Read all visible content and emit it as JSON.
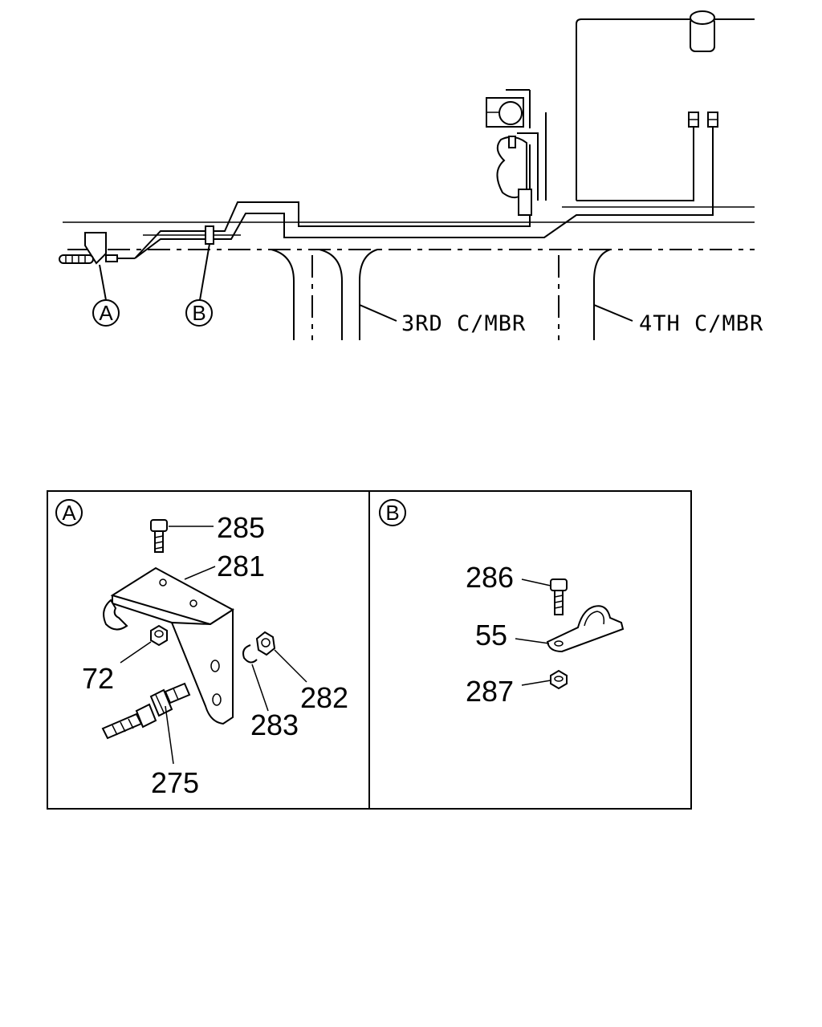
{
  "overview": {
    "callout_a": "A",
    "callout_b": "B",
    "member_3rd": "3RD C/MBR",
    "member_4th": "4TH C/MBR"
  },
  "detail_a": {
    "label": "A",
    "parts": [
      "285",
      "281",
      "72",
      "283",
      "282",
      "275"
    ]
  },
  "detail_b": {
    "label": "B",
    "parts": [
      "286",
      "55",
      "287"
    ]
  }
}
